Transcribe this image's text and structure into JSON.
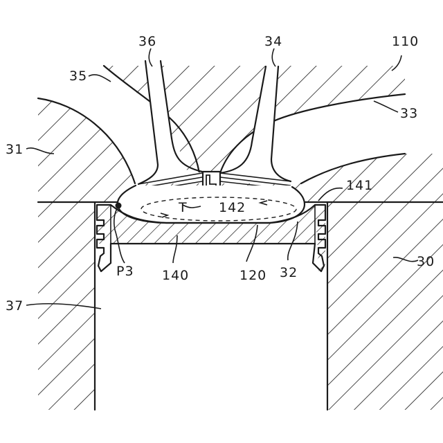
{
  "labels": {
    "l36": "36",
    "l34": "34",
    "l110": "110",
    "l35": "35",
    "l33": "33",
    "l31": "31",
    "l141": "141",
    "lT": "T",
    "l142": "142",
    "l30": "30",
    "lP3": "P3",
    "l140": "140",
    "l120": "120",
    "l32": "32",
    "l37": "37"
  },
  "colors": {
    "line": "#1a1a1a",
    "background": "#ffffff"
  }
}
